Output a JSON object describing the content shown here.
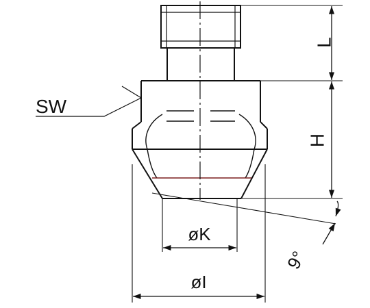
{
  "labels": {
    "sw": "SW",
    "l": "L",
    "h": "H",
    "k": "øK",
    "i": "øI",
    "angle": "9°"
  },
  "colors": {
    "line": "#111111",
    "accent_line": "#7a1f1f"
  }
}
